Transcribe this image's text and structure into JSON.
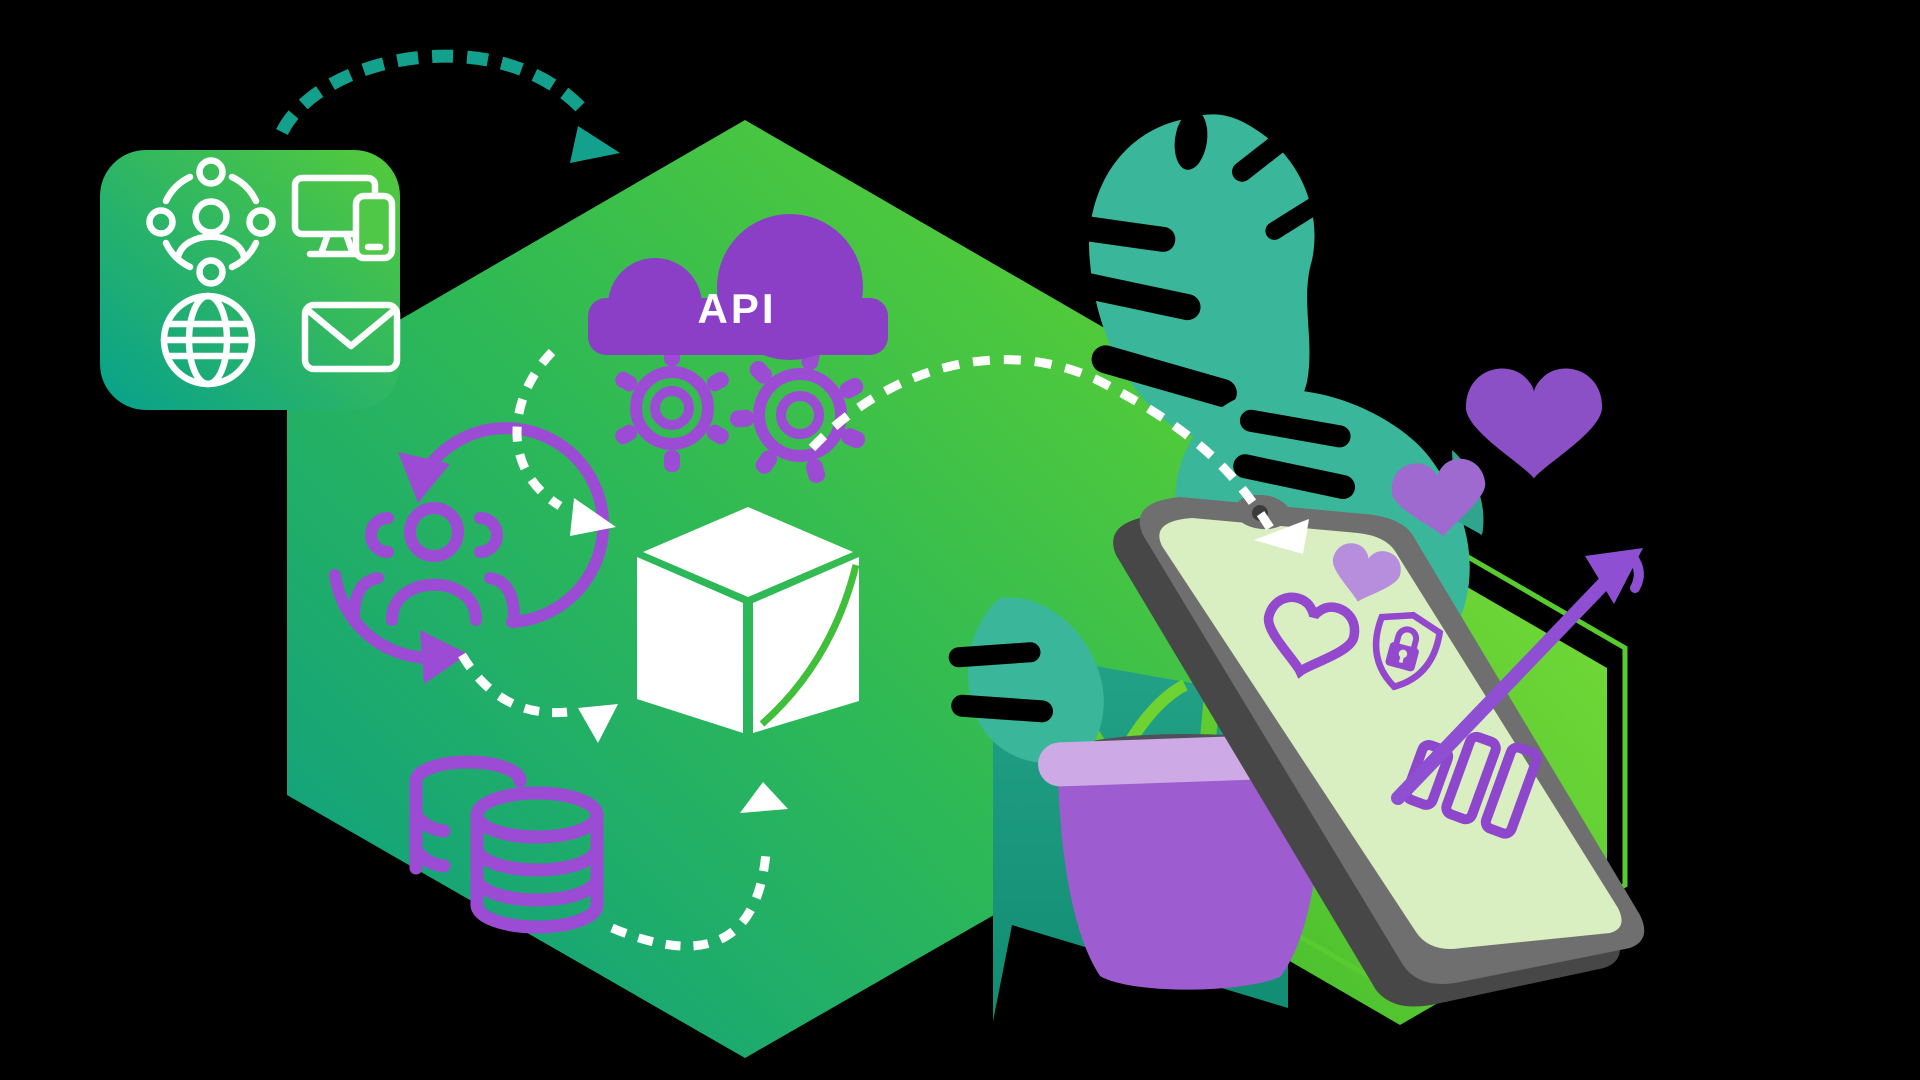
{
  "illustration": {
    "scene": "API integration concept: green hexagon with channel card, API cloud, integration cube, user sync, database, monstera plant in pot and leaning smartphone",
    "labels": {
      "api": "API"
    },
    "colors": {
      "background": "#000000",
      "hexagon_teal": "#0fa083",
      "hexagon_green": "#5ecf30",
      "cloud_purple": "#8b3fc6",
      "icon_purple": "#9c4cd4",
      "white": "#ffffff",
      "dash_teal": "#13a08c",
      "leaf_teal": "#3ab79b",
      "leaf_teal_dark": "#1f9480",
      "stem_green": "#5ecb2e",
      "pot_purple": "#9d5cd0",
      "pot_rim": "#cdaae6",
      "soil_gray": "#50505a",
      "phone_frame": "#6f6f6f",
      "phone_frame_shadow": "#474747",
      "phone_screen": "#d9eec1",
      "heart_screen_filled": "#b78ede",
      "heart_big": "#8b4fc6",
      "heart_small": "#9e6ad0",
      "cube_line_green": "#3fbf3a",
      "growth_arrow_purple": "#8f4fd2"
    },
    "card": {
      "icons": [
        "user-network",
        "multi-device",
        "globe",
        "email"
      ]
    },
    "flow": {
      "nodes": [
        "channels-card",
        "api-cloud",
        "gears",
        "integration-cube",
        "user-sync",
        "database",
        "smartphone"
      ],
      "arrows": [
        "dotted-arc-card-to-hexagon",
        "cloud-to-cube",
        "users-to-cube",
        "database-to-cube",
        "cube-to-phone"
      ]
    },
    "phone": {
      "screen_icons": [
        "cursor-arrowhead",
        "heart-filled",
        "heart-outline",
        "shield-lock",
        "bar-chart",
        "growth-arrow"
      ],
      "chart_bars": [
        58,
        82,
        86
      ]
    },
    "plant": {
      "type": "monstera",
      "leaves": 4,
      "pot": "purple"
    },
    "hearts_floating": 2
  }
}
